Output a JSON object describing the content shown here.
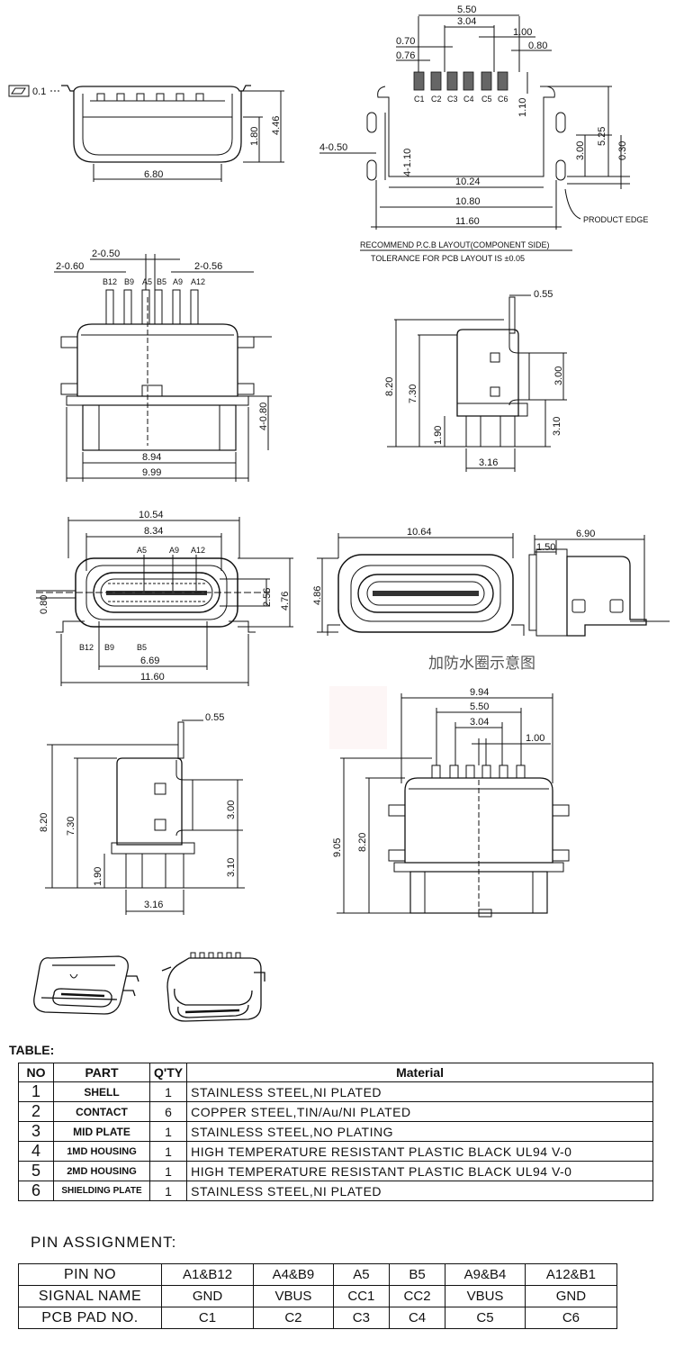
{
  "top_left": {
    "flatness": "0.1",
    "d1": "1.80",
    "d2": "4.46",
    "d3": "6.80"
  },
  "pcb": {
    "d_550": "5.50",
    "d_304": "3.04",
    "d_070": "0.70",
    "d_100": "1.00",
    "d_076": "0.76",
    "d_080": "0.80",
    "d_110": "1.10",
    "d_525": "5.25",
    "d_300": "3.00",
    "d_030": "0.30",
    "d_4050": "4-0.50",
    "d_4110": "4-1.10",
    "d_1024": "10.24",
    "d_1080": "10.80",
    "d_1160": "11.60",
    "pads": [
      "C1",
      "C2",
      "C3",
      "C4",
      "C5",
      "C6"
    ],
    "product_edge": "PRODUCT EDGE",
    "layout_note": "RECOMMEND P.C.B LAYOUT(COMPONENT SIDE)",
    "tolerance_note": "TOLERANCE FOR PCB LAYOUT IS ±0.05"
  },
  "front": {
    "d_2050": "2-0.50",
    "d_2060": "2-0.60",
    "d_2056": "2-0.56",
    "pins": [
      "B12",
      "B9",
      "A5",
      "B5",
      "A9",
      "A12"
    ],
    "d_4080": "4-0.80",
    "d_894": "8.94",
    "d_999": "9.99"
  },
  "side1": {
    "d_055": "0.55",
    "d_820": "8.20",
    "d_730": "7.30",
    "d_300": "3.00",
    "d_190": "1.90",
    "d_310": "3.10",
    "d_316": "3.16"
  },
  "mouth": {
    "d_1054": "10.54",
    "d_834": "8.34",
    "top_pins": [
      "A5",
      "A9",
      "A12"
    ],
    "d_080": "0.80",
    "d_256": "2.56",
    "d_476": "4.76",
    "bottom_pins": [
      "B12",
      "B9",
      "B5"
    ],
    "d_669": "6.69",
    "d_1160": "11.60"
  },
  "seal": {
    "d_1064": "10.64",
    "d_486": "4.86",
    "caption": "加防水圈示意图"
  },
  "side_small": {
    "d_150": "1.50",
    "d_690": "6.90"
  },
  "side2": {
    "d_055": "0.55",
    "d_820": "8.20",
    "d_730": "7.30",
    "d_300": "3.00",
    "d_190": "1.90",
    "d_310": "3.10",
    "d_316": "3.16"
  },
  "back": {
    "d_994": "9.94",
    "d_550": "5.50",
    "d_304": "3.04",
    "d_100": "1.00",
    "d_905": "9.05",
    "d_820": "8.20"
  },
  "material_table": {
    "title": "TABLE:",
    "headers": [
      "NO",
      "PART",
      "Q'TY",
      "Material"
    ],
    "rows": [
      [
        "1",
        "SHELL",
        "1",
        "STAINLESS STEEL,NI PLATED"
      ],
      [
        "2",
        "CONTACT",
        "6",
        "COPPER STEEL,TIN/Au/NI PLATED"
      ],
      [
        "3",
        "MID PLATE",
        "1",
        "STAINLESS STEEL,NO PLATING"
      ],
      [
        "4",
        "1MD HOUSING",
        "1",
        "HIGH TEMPERATURE RESISTANT PLASTIC BLACK UL94 V-0"
      ],
      [
        "5",
        "2MD HOUSING",
        "1",
        "HIGH TEMPERATURE RESISTANT PLASTIC BLACK UL94 V-0"
      ],
      [
        "6",
        "SHIELDING PLATE",
        "1",
        "STAINLESS STEEL,NI PLATED"
      ]
    ]
  },
  "pin_assignment": {
    "title": "PIN ASSIGNMENT:",
    "rows": [
      [
        "PIN NO",
        "A1&B12",
        "A4&B9",
        "A5",
        "B5",
        "A9&B4",
        "A12&B1"
      ],
      [
        "SIGNAL NAME",
        "GND",
        "VBUS",
        "CC1",
        "CC2",
        "VBUS",
        "GND"
      ],
      [
        "PCB PAD NO.",
        "C1",
        "C2",
        "C3",
        "C4",
        "C5",
        "C6"
      ]
    ]
  }
}
